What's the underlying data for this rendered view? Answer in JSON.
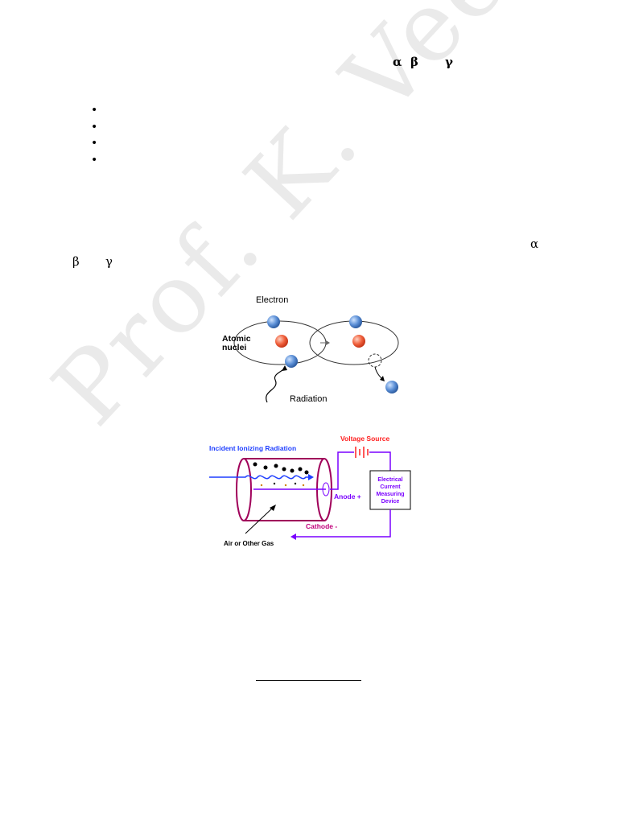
{
  "header_symbols": {
    "alpha": "α",
    "beta": "β",
    "gamma": "γ"
  },
  "bullets": [
    "•",
    "•",
    "•",
    "•"
  ],
  "paragraph_symbols": {
    "alpha": "α",
    "beta": "β",
    "gamma": "γ"
  },
  "watermark": "Prof. K. Veeru",
  "figure_ionization": {
    "label_electron": "Electron",
    "label_atomic": "Atomic",
    "label_nuclei": "nuclei",
    "label_radiation": "Radiation"
  },
  "figure_chamber": {
    "label_incident": "Incident Ionizing Radiation",
    "label_voltage": "Voltage Source",
    "label_anode": "Anode +",
    "label_cathode": "Cathode -",
    "label_gas": "Air or Other Gas",
    "device_line1": "Electrical",
    "device_line2": "Current",
    "device_line3": "Measuring",
    "device_line4": "Device",
    "colors": {
      "incident": "#1f3fff",
      "voltage": "#ff2020",
      "anode": "#7a00ff",
      "cathode": "#c0007a",
      "chamber": "#a0005a"
    }
  }
}
